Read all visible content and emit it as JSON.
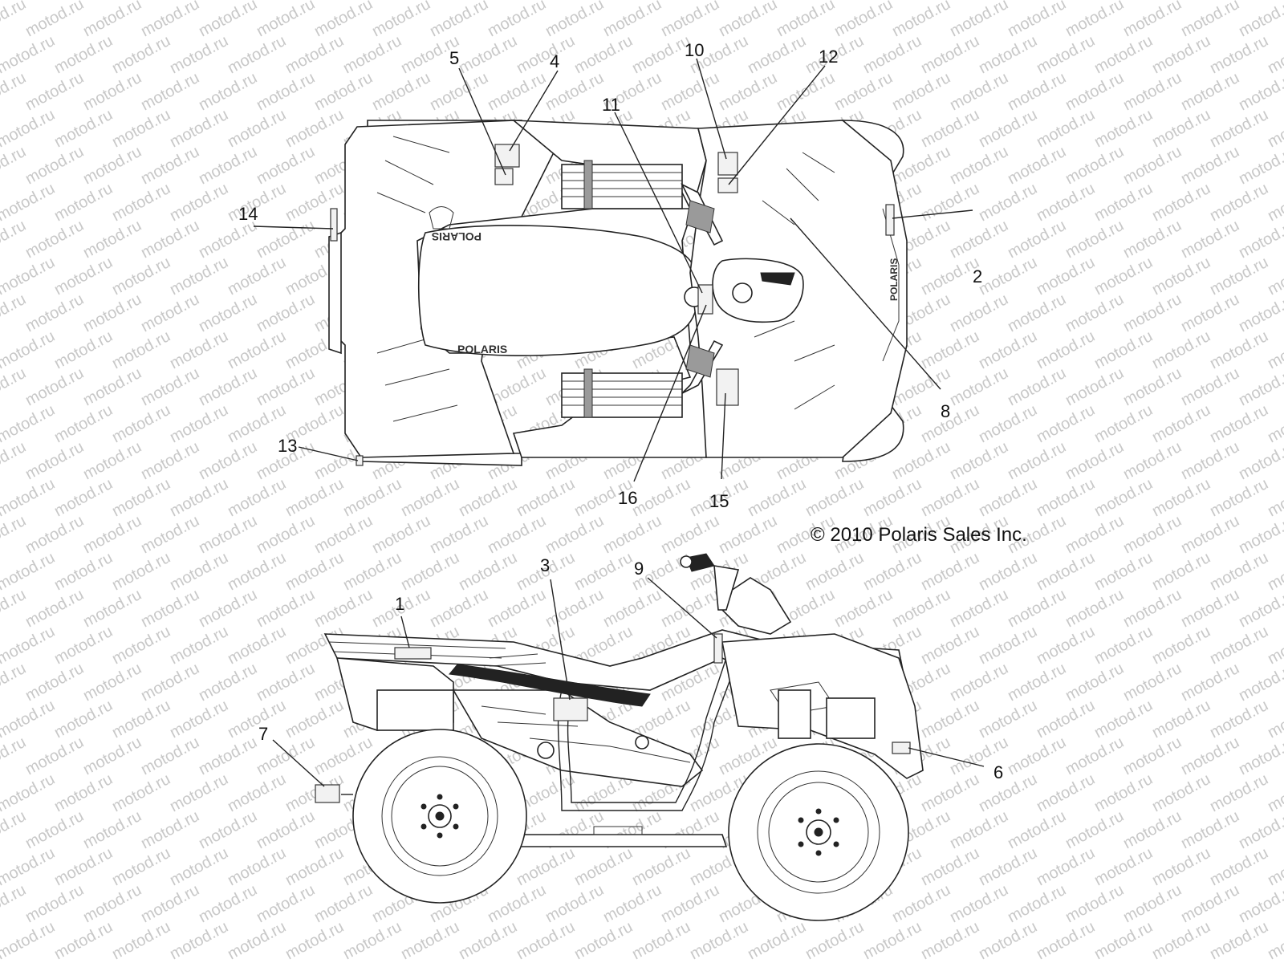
{
  "watermark": "motod.ru",
  "copyright": "© 2010 Polaris Sales Inc.",
  "brand_text": "POLARIS",
  "callouts": [
    {
      "id": "c1",
      "label": "1"
    },
    {
      "id": "c2",
      "label": "2"
    },
    {
      "id": "c3",
      "label": "3"
    },
    {
      "id": "c4",
      "label": "4"
    },
    {
      "id": "c5",
      "label": "5"
    },
    {
      "id": "c6",
      "label": "6"
    },
    {
      "id": "c7",
      "label": "7"
    },
    {
      "id": "c8",
      "label": "8"
    },
    {
      "id": "c9",
      "label": "9"
    },
    {
      "id": "c10",
      "label": "10"
    },
    {
      "id": "c11",
      "label": "11"
    },
    {
      "id": "c12",
      "label": "12"
    },
    {
      "id": "c13",
      "label": "13"
    },
    {
      "id": "c14",
      "label": "14"
    },
    {
      "id": "c15",
      "label": "15"
    },
    {
      "id": "c16",
      "label": "16"
    }
  ]
}
